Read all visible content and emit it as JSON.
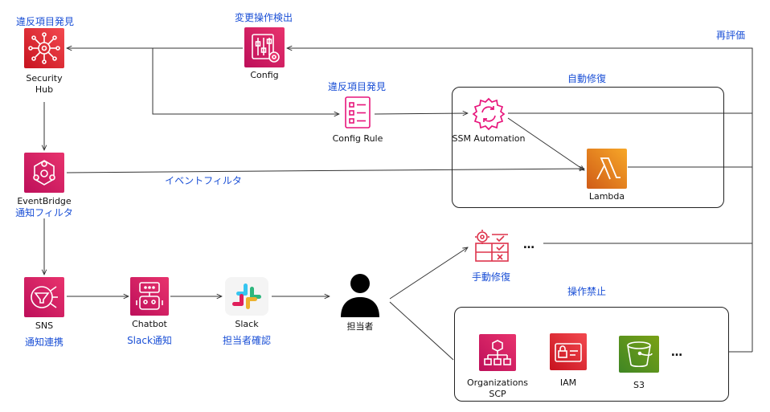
{
  "labels": {
    "security_hub_top": "違反項目発見",
    "security_hub": "Security\nHub",
    "config_top": "変更操作検出",
    "config": "Config",
    "reevaluate": "再評価",
    "config_rule_top": "違反項目発見",
    "config_rule": "Config Rule",
    "auto_remediation": "自動修復",
    "ssm_automation": "SSM Automation",
    "lambda": "Lambda",
    "eventbridge": "EventBridge",
    "eventbridge_sub": "通知フィルタ",
    "event_filter": "イベントフィルタ",
    "manual_remediation": "手動修復",
    "manual_ellipsis": "…",
    "sns": "SNS",
    "sns_sub": "通知連携",
    "chatbot": "Chatbot",
    "chatbot_sub": "Slack通知",
    "slack": "Slack",
    "slack_sub": "担当者確認",
    "person": "担当者",
    "prohibited": "操作禁止",
    "organizations": "Organizations\nSCP",
    "iam": "IAM",
    "s3": "S3",
    "prohibited_ellipsis": "…"
  },
  "colors": {
    "security_pink": "#dd344c",
    "management_pink": "#e7157b",
    "compute_orange": "#ed7100",
    "storage_green": "#7aa116",
    "link_blue": "#1a4fd6"
  },
  "icons": {
    "security_hub": "security-hub-icon",
    "config": "config-icon",
    "config_rule": "config-rule-icon",
    "ssm_automation": "ssm-automation-icon",
    "lambda": "lambda-icon",
    "eventbridge": "eventbridge-icon",
    "sns": "sns-icon",
    "chatbot": "chatbot-icon",
    "slack": "slack-icon",
    "person": "person-icon",
    "manual": "checklist-gear-icon",
    "organizations": "organizations-icon",
    "iam": "iam-icon",
    "s3": "s3-bucket-icon"
  }
}
